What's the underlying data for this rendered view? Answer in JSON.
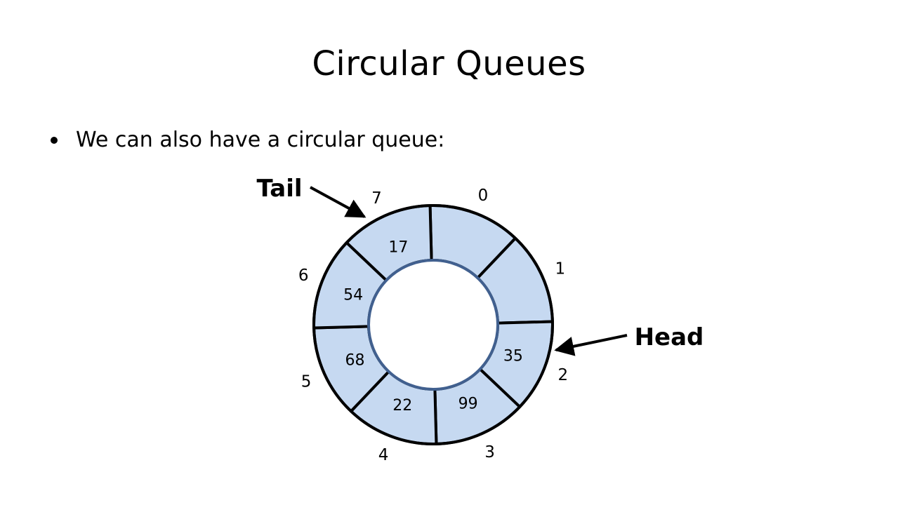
{
  "title": "Circular Queues",
  "bullet": "We can also have a circular queue:",
  "colors": {
    "slot_fill": "#c6d9f1",
    "ring_border": "#000000",
    "inner_ring": "#41608f"
  },
  "queue": {
    "slots": [
      {
        "index": "0",
        "value": ""
      },
      {
        "index": "1",
        "value": ""
      },
      {
        "index": "2",
        "value": "35"
      },
      {
        "index": "3",
        "value": "99"
      },
      {
        "index": "4",
        "value": "22"
      },
      {
        "index": "5",
        "value": "68"
      },
      {
        "index": "6",
        "value": "54"
      },
      {
        "index": "7",
        "value": "17"
      }
    ],
    "tail_label": "Tail",
    "head_label": "Head"
  }
}
